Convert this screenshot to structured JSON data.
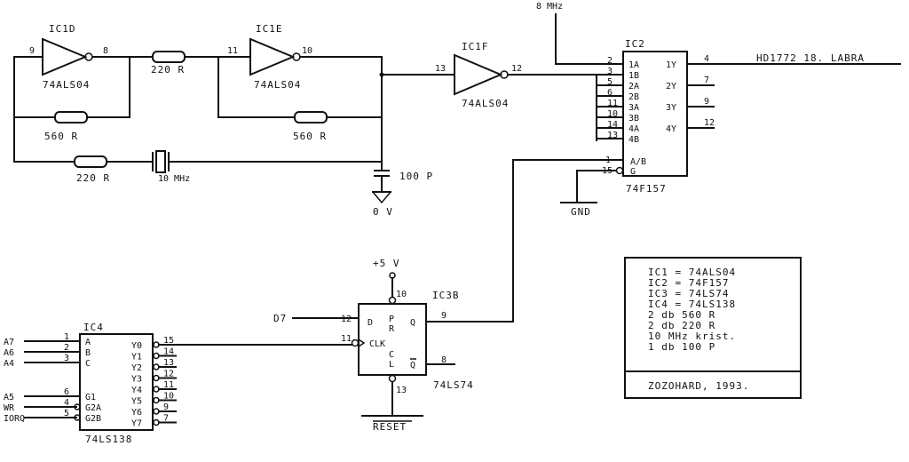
{
  "title_signal": "8 MHz",
  "output_label": "HD1772 18. LABRA",
  "chips": {
    "ic1d": {
      "name": "IC1D",
      "type": "74ALS04",
      "in": "9",
      "out": "8"
    },
    "ic1e": {
      "name": "IC1E",
      "type": "74ALS04",
      "in": "11",
      "out": "10"
    },
    "ic1f": {
      "name": "IC1F",
      "type": "74ALS04",
      "in": "13",
      "out": "12"
    },
    "ic2": {
      "name": "IC2",
      "type": "74F157",
      "inputs": [
        {
          "pin": "2",
          "label": "1A"
        },
        {
          "pin": "3",
          "label": "1B"
        },
        {
          "pin": "5",
          "label": "2A"
        },
        {
          "pin": "6",
          "label": "2B"
        },
        {
          "pin": "11",
          "label": "3A"
        },
        {
          "pin": "10",
          "label": "3B"
        },
        {
          "pin": "14",
          "label": "4A"
        },
        {
          "pin": "13",
          "label": "4B"
        }
      ],
      "outputs": [
        {
          "pin": "4",
          "label": "1Y"
        },
        {
          "pin": "7",
          "label": "2Y"
        },
        {
          "pin": "9",
          "label": "3Y"
        },
        {
          "pin": "12",
          "label": "4Y"
        }
      ],
      "sel": {
        "pin": "1",
        "label": "A/B"
      },
      "gate": {
        "pin": "15",
        "label": "G"
      }
    },
    "ic3b": {
      "name": "IC3B",
      "type": "74LS74",
      "d": {
        "pin": "12",
        "label": "D"
      },
      "clk": {
        "pin": "11",
        "label": "CLK"
      },
      "q": {
        "pin": "9",
        "label": "Q"
      },
      "qn": {
        "pin": "8",
        "label": "Q"
      },
      "pr": {
        "pin": "10",
        "label": "P\nR"
      },
      "clr": {
        "pin": "13",
        "label": "C\nL"
      }
    },
    "ic4": {
      "name": "IC4",
      "type": "74LS138",
      "inputs": [
        {
          "pin": "1",
          "label": "A",
          "net": "A7"
        },
        {
          "pin": "2",
          "label": "B",
          "net": "A6"
        },
        {
          "pin": "3",
          "label": "C",
          "net": "A4"
        },
        {
          "pin": "6",
          "label": "G1",
          "net": "A5"
        },
        {
          "pin": "4",
          "label": "G2A",
          "net": "WR"
        },
        {
          "pin": "5",
          "label": "G2B",
          "net": "IORQ"
        }
      ],
      "outputs": [
        {
          "pin": "15",
          "label": "Y0"
        },
        {
          "pin": "14",
          "label": "Y1"
        },
        {
          "pin": "13",
          "label": "Y2"
        },
        {
          "pin": "12",
          "label": "Y3"
        },
        {
          "pin": "11",
          "label": "Y4"
        },
        {
          "pin": "10",
          "label": "Y5"
        },
        {
          "pin": "9",
          "label": "Y6"
        },
        {
          "pin": "7",
          "label": "Y7"
        }
      ]
    }
  },
  "components": {
    "r1": "220 R",
    "r2": "560 R",
    "r3": "560 R",
    "r4": "220 R",
    "xtal": "10 MHz",
    "cap": "100 P"
  },
  "nets": {
    "ground1": "0 V",
    "ground2": "GND",
    "vcc": "+5 V",
    "d7": "D7",
    "reset": "RESET"
  },
  "parts_list": [
    "IC1 = 74ALS04",
    "IC2 = 74F157",
    "IC3 = 74LS74",
    "IC4 = 74LS138",
    "2 db 560 R",
    "2 db 220 R",
    "10 MHz krist.",
    "1 db 100 P"
  ],
  "credit": "ZOZOHARD, 1993."
}
